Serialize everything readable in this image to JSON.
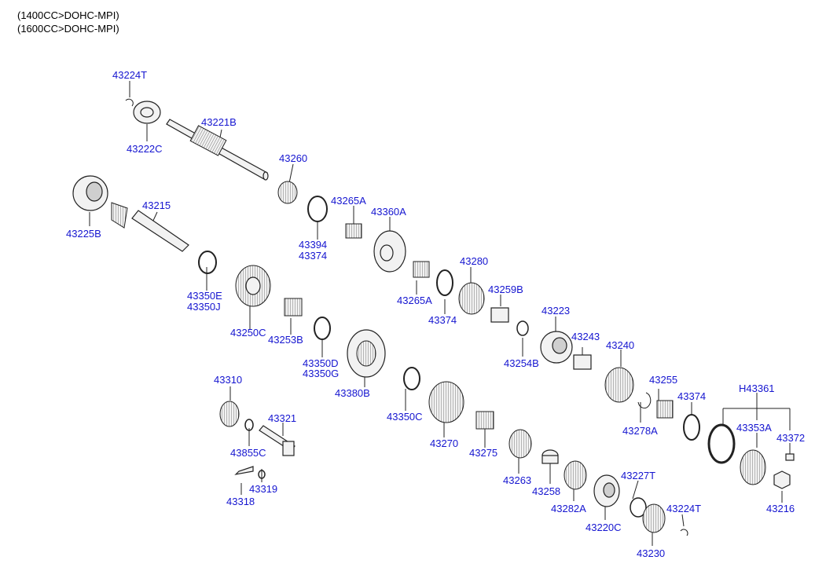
{
  "header": {
    "line1": "(1400CC>DOHC-MPI)",
    "line2": "(1600CC>DOHC-MPI)"
  },
  "colors": {
    "label": "#1515d0",
    "line": "#222222",
    "part_fill": "#f2f2f2"
  },
  "parts": [
    {
      "id": "p1",
      "code": "43224T"
    },
    {
      "id": "p2",
      "code": "43222C"
    },
    {
      "id": "p3",
      "code": "43221B"
    },
    {
      "id": "p4",
      "code": "43225B"
    },
    {
      "id": "p5",
      "code": "43215"
    },
    {
      "id": "p6",
      "code": "43260"
    },
    {
      "id": "p7",
      "code": "43265A"
    },
    {
      "id": "p8",
      "code": "43360A"
    },
    {
      "id": "p9",
      "code": "43394"
    },
    {
      "id": "p10",
      "code": "43374"
    },
    {
      "id": "p11",
      "code": "43350E"
    },
    {
      "id": "p12",
      "code": "43350J"
    },
    {
      "id": "p13",
      "code": "43280"
    },
    {
      "id": "p14",
      "code": "43259B"
    },
    {
      "id": "p15",
      "code": "43265A"
    },
    {
      "id": "p16",
      "code": "43374"
    },
    {
      "id": "p17",
      "code": "43250C"
    },
    {
      "id": "p18",
      "code": "43253B"
    },
    {
      "id": "p19",
      "code": "43223"
    },
    {
      "id": "p20",
      "code": "43243"
    },
    {
      "id": "p21",
      "code": "43240"
    },
    {
      "id": "p22",
      "code": "43254B"
    },
    {
      "id": "p23",
      "code": "43350D"
    },
    {
      "id": "p24",
      "code": "43350G"
    },
    {
      "id": "p25",
      "code": "43380B"
    },
    {
      "id": "p26",
      "code": "43255"
    },
    {
      "id": "p27",
      "code": "43374"
    },
    {
      "id": "p28",
      "code": "H43361"
    },
    {
      "id": "p29",
      "code": "43310"
    },
    {
      "id": "p30",
      "code": "43321"
    },
    {
      "id": "p31",
      "code": "43350C"
    },
    {
      "id": "p32",
      "code": "43278A"
    },
    {
      "id": "p33",
      "code": "43353A"
    },
    {
      "id": "p34",
      "code": "43372"
    },
    {
      "id": "p35",
      "code": "43270"
    },
    {
      "id": "p36",
      "code": "43275"
    },
    {
      "id": "p37",
      "code": "43855C"
    },
    {
      "id": "p38",
      "code": "43319"
    },
    {
      "id": "p39",
      "code": "43318"
    },
    {
      "id": "p40",
      "code": "43263"
    },
    {
      "id": "p41",
      "code": "43258"
    },
    {
      "id": "p42",
      "code": "43227T"
    },
    {
      "id": "p43",
      "code": "43282A"
    },
    {
      "id": "p44",
      "code": "43220C"
    },
    {
      "id": "p45",
      "code": "43216"
    },
    {
      "id": "p46",
      "code": "43224T"
    },
    {
      "id": "p47",
      "code": "43230"
    }
  ]
}
